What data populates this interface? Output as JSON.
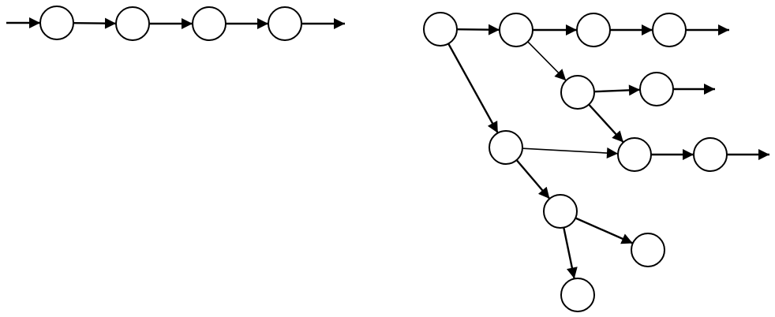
{
  "diagram": {
    "type": "directed-graph",
    "panels": [
      {
        "name": "linear-chain",
        "nodes": [
          "n1",
          "n2",
          "n3",
          "n4"
        ],
        "edges": [
          [
            "in",
            "n1"
          ],
          [
            "n1",
            "n2"
          ],
          [
            "n2",
            "n3"
          ],
          [
            "n3",
            "n4"
          ],
          [
            "n4",
            "out"
          ]
        ]
      },
      {
        "name": "branching-graph",
        "nodes": [
          "r",
          "a",
          "b",
          "c",
          "d",
          "e",
          "f",
          "g",
          "h",
          "i",
          "j",
          "k"
        ],
        "edges": [
          [
            "r",
            "a"
          ],
          [
            "a",
            "b"
          ],
          [
            "b",
            "c"
          ],
          [
            "c",
            "out1"
          ],
          [
            "a",
            "d"
          ],
          [
            "d",
            "e"
          ],
          [
            "e",
            "out2"
          ],
          [
            "d",
            "g"
          ],
          [
            "g",
            "h"
          ],
          [
            "h",
            "out3"
          ],
          [
            "r",
            "f"
          ],
          [
            "f",
            "g"
          ],
          [
            "f",
            "i"
          ],
          [
            "i",
            "j"
          ],
          [
            "i",
            "k"
          ]
        ]
      }
    ],
    "colors": {
      "stroke": "#000000",
      "fill": "#ffffff",
      "background": "#ffffff"
    }
  }
}
